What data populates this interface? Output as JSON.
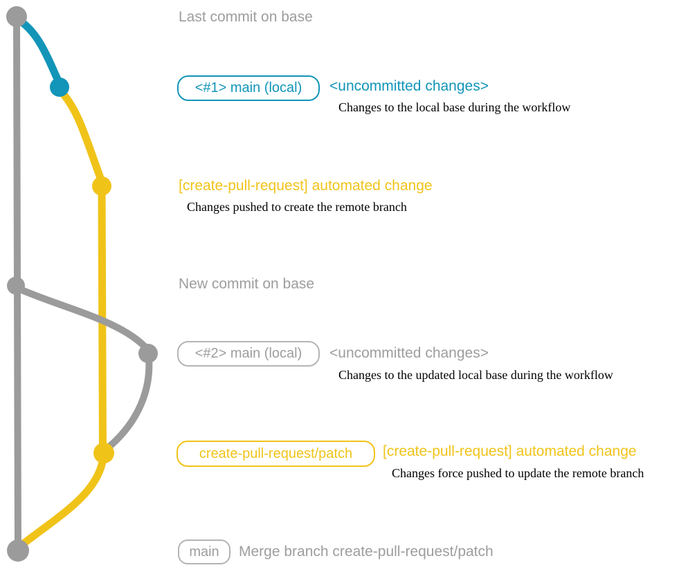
{
  "colors": {
    "gray_line": "#9B9B9B",
    "gray_border": "#B4B4B4",
    "gray_text": "#9D9D9D",
    "teal": "#1295B8",
    "yellow": "#F0C319",
    "yellow_text": "#F0C419",
    "ink": "#000000"
  },
  "annotations": {
    "last_commit_label": "Last commit on base",
    "new_commit_label": "New commit on base",
    "branch1": {
      "box_label": "<#1> main (local)",
      "title": "<uncommitted changes>",
      "desc": "Changes to the local base during the workflow"
    },
    "commit1": {
      "title": "[create-pull-request] automated change",
      "desc": "Changes pushed to create the remote branch"
    },
    "branch2": {
      "box_label": "<#2> main (local)",
      "title": "<uncommitted changes>",
      "desc": "Changes to the updated local base during the workflow"
    },
    "commit2": {
      "box_label": "create-pull-request/patch",
      "title": "[create-pull-request] automated change",
      "desc": "Changes force pushed to update the remote branch"
    },
    "merge": {
      "box_label": "main",
      "title": "Merge branch create-pull-request/patch"
    }
  }
}
